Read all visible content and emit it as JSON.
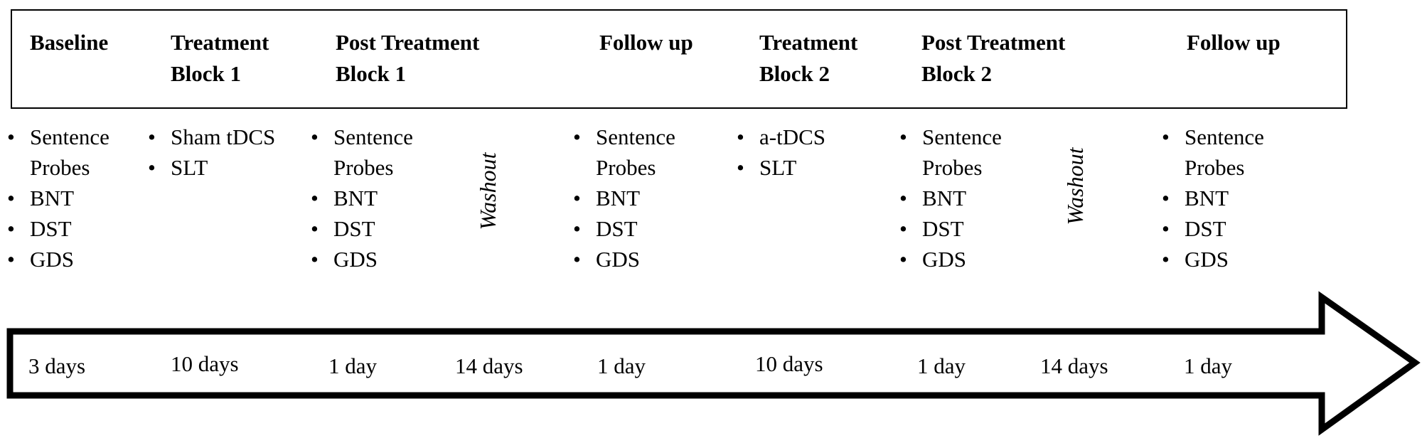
{
  "phases": [
    {
      "id": "baseline",
      "lines": [
        "Baseline"
      ],
      "measures": [
        "Sentence",
        "Probes",
        "BNT",
        "DST",
        "GDS"
      ],
      "duration": "3 days"
    },
    {
      "id": "treatment-block-1",
      "lines": [
        "Treatment",
        "Block 1"
      ],
      "measures": [
        "Sham tDCS",
        "SLT"
      ],
      "duration": "10 days"
    },
    {
      "id": "post-treatment-block-1",
      "lines": [
        "Post Treatment",
        "Block 1"
      ],
      "measures": [
        "Sentence",
        "Probes",
        "BNT",
        "DST",
        "GDS"
      ],
      "duration": "1 day"
    },
    {
      "id": "follow-up-1",
      "lines": [
        "Follow up"
      ],
      "measures": [
        "Sentence",
        "Probes",
        "BNT",
        "DST",
        "GDS"
      ],
      "duration": "1 day"
    },
    {
      "id": "treatment-block-2",
      "lines": [
        "Treatment",
        "Block 2"
      ],
      "measures": [
        "a-tDCS",
        "SLT"
      ],
      "duration": "10 days"
    },
    {
      "id": "post-treatment-block-2",
      "lines": [
        "Post Treatment",
        "Block 2"
      ],
      "measures": [
        "Sentence",
        "Probes",
        "BNT",
        "DST",
        "GDS"
      ],
      "duration": "1 day"
    },
    {
      "id": "follow-up-2",
      "lines": [
        "Follow up"
      ],
      "measures": [
        "Sentence",
        "Probes",
        "BNT",
        "DST",
        "GDS"
      ],
      "duration": "1 day"
    }
  ],
  "washouts": [
    {
      "label": "Washout",
      "duration": "14 days"
    },
    {
      "label": "Washout",
      "duration": "14 days"
    }
  ]
}
